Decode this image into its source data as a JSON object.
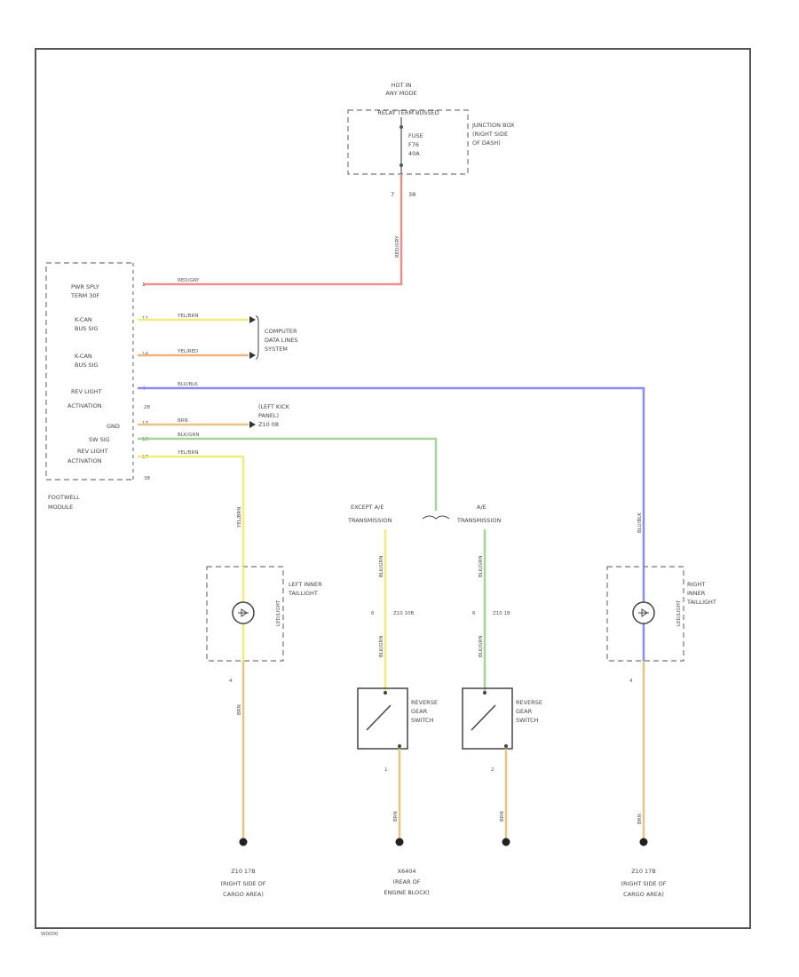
{
  "junction_box": {
    "supply": [
      "HOT IN",
      "ANY MODE"
    ],
    "relay": "RELAY TERM BUSSED",
    "fuse": [
      "FUSE",
      "F76",
      "40A"
    ],
    "name": [
      "JUNCTION BOX",
      "(RIGHT SIDE",
      "OF DASH)"
    ],
    "pin_left": "7",
    "pin_right": "38",
    "wire": "RED/GRY"
  },
  "footwell": {
    "name": [
      "FOOTWELL",
      "MODULE"
    ],
    "pins": [
      {
        "label": [
          "PWR SPLY",
          "TERM 30F"
        ],
        "num": "1",
        "wire": "RED/GRY"
      },
      {
        "label": [
          "K-CAN",
          "BUS SIG"
        ],
        "num": "11",
        "wire": "YEL/BRN"
      },
      {
        "label": [
          "K-CAN",
          "BUS SIG"
        ],
        "num": "14",
        "wire": "YEL/RED"
      },
      {
        "label": [
          "REV LIGHT",
          "ACTIVATION"
        ],
        "num": "4",
        "wire": "BLU/BLK"
      },
      {
        "label": [
          "GND"
        ],
        "num": "17",
        "wire": "BRN"
      },
      {
        "label": [
          "SW SIG"
        ],
        "num": "16",
        "wire": "BLK/GRN"
      },
      {
        "label": [
          "REV LIGHT",
          "ACTIVATION"
        ],
        "num": "17",
        "wire": "YEL/BRN"
      }
    ],
    "conn_a": "28",
    "conn_b": "38"
  },
  "computer_data_lines": [
    "COMPUTER",
    "DATA LINES",
    "SYSTEM"
  ],
  "left_kick_panel": [
    "(LEFT KICK",
    "PANEL)",
    "Z10 08"
  ],
  "transmission": {
    "except_label": [
      "EXCEPT A/E",
      "TRANSMISSION"
    ],
    "ae_label": [
      "A/E",
      "TRANSMISSION"
    ]
  },
  "left_taillight": {
    "name": [
      "LEFT INNER",
      "TAILLIGHT"
    ],
    "type": "LED/LIGHT",
    "pin": "4",
    "wire_top": "YEL/BRN",
    "wire_bottom": "BRN"
  },
  "right_taillight": {
    "name": [
      "RIGHT",
      "INNER",
      "TAILLIGHT"
    ],
    "type": "LED/LIGHT",
    "pin": "4",
    "wire_top": "BLU/BLK",
    "wire_bottom": "BRN"
  },
  "switch_left": {
    "name": [
      "REVERSE",
      "GEAR",
      "SWITCH"
    ],
    "pin_top": "6",
    "conn_top": "Z10 10B",
    "pin_bottom": "1",
    "wire_top": "BLK/GRN",
    "wire_bottom": "BRN"
  },
  "switch_right": {
    "name": [
      "REVERSE",
      "GEAR",
      "SWITCH"
    ],
    "pin_top": "6",
    "conn_top": "Z10 1B",
    "pin_bottom": "2",
    "wire_top": "BLK/GRN",
    "wire_bottom": "BRN"
  },
  "grounds": [
    {
      "lines": [
        "Z10 17B",
        "(RIGHT SIDE OF",
        "CARGO AREA)"
      ]
    },
    {
      "lines": [
        "X6404",
        "(REAR OF",
        "ENGINE BLOCK)"
      ]
    },
    {
      "lines": [
        "Z10 17B",
        "(RIGHT SIDE OF",
        "CARGO AREA)"
      ]
    }
  ],
  "diagram_id": "W0000",
  "colors": {
    "red": "#ee8f8f",
    "yellow": "#f2ec7a",
    "orange": "#f2b27f",
    "blue": "#8c8cf0",
    "green": "#a8d29a",
    "tan": "#e8c384",
    "frame": "#555555"
  }
}
